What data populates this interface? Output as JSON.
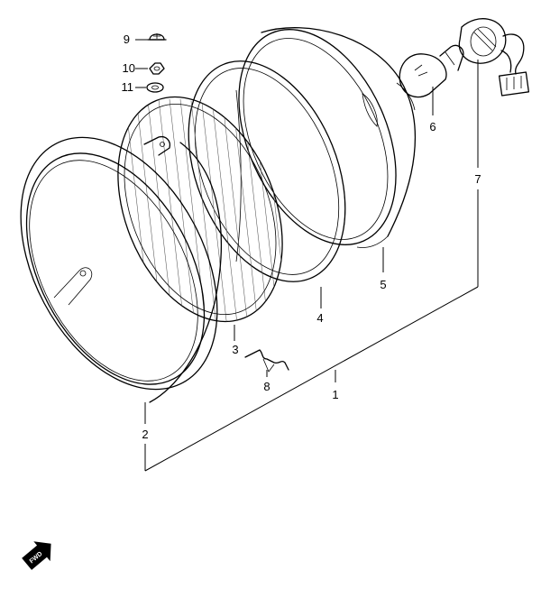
{
  "callouts": [
    {
      "id": "1",
      "label": "1"
    },
    {
      "id": "2",
      "label": "2"
    },
    {
      "id": "3",
      "label": "3"
    },
    {
      "id": "4",
      "label": "4"
    },
    {
      "id": "5",
      "label": "5"
    },
    {
      "id": "6",
      "label": "6"
    },
    {
      "id": "7",
      "label": "7"
    },
    {
      "id": "8",
      "label": "8"
    },
    {
      "id": "9",
      "label": "9"
    },
    {
      "id": "10",
      "label": "10"
    },
    {
      "id": "11",
      "label": "11"
    }
  ],
  "direction_marker": {
    "text": "FWD",
    "icon": "fwd-arrow-icon"
  },
  "colors": {
    "line": "#000000",
    "background": "#ffffff"
  }
}
